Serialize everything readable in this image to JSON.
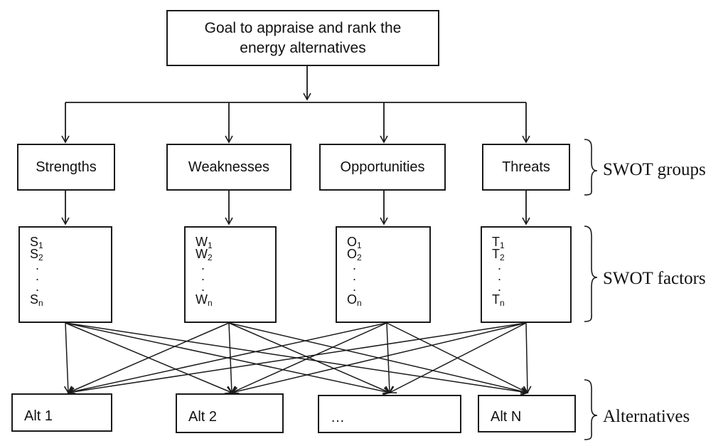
{
  "goal": {
    "line1": "Goal to appraise and rank the",
    "line2": "energy alternatives"
  },
  "groups": [
    "Strengths",
    "Weaknesses",
    "Opportunities",
    "Threats"
  ],
  "factors": [
    {
      "letter": "S",
      "first": "1",
      "second": "2",
      "last": "n"
    },
    {
      "letter": "W",
      "first": "1",
      "second": "2",
      "last": "n"
    },
    {
      "letter": "O",
      "first": "1",
      "second": "2",
      "last": "n"
    },
    {
      "letter": "T",
      "first": "1",
      "second": "2",
      "last": "n"
    }
  ],
  "dots": ".",
  "alternatives": [
    "Alt 1",
    "Alt 2",
    "…",
    "Alt N"
  ],
  "side_labels": {
    "groups": "SWOT groups",
    "factors": "SWOT factors",
    "alternatives": "Alternatives"
  },
  "colors": {
    "line": "#1a1a1a",
    "background": "#ffffff"
  }
}
